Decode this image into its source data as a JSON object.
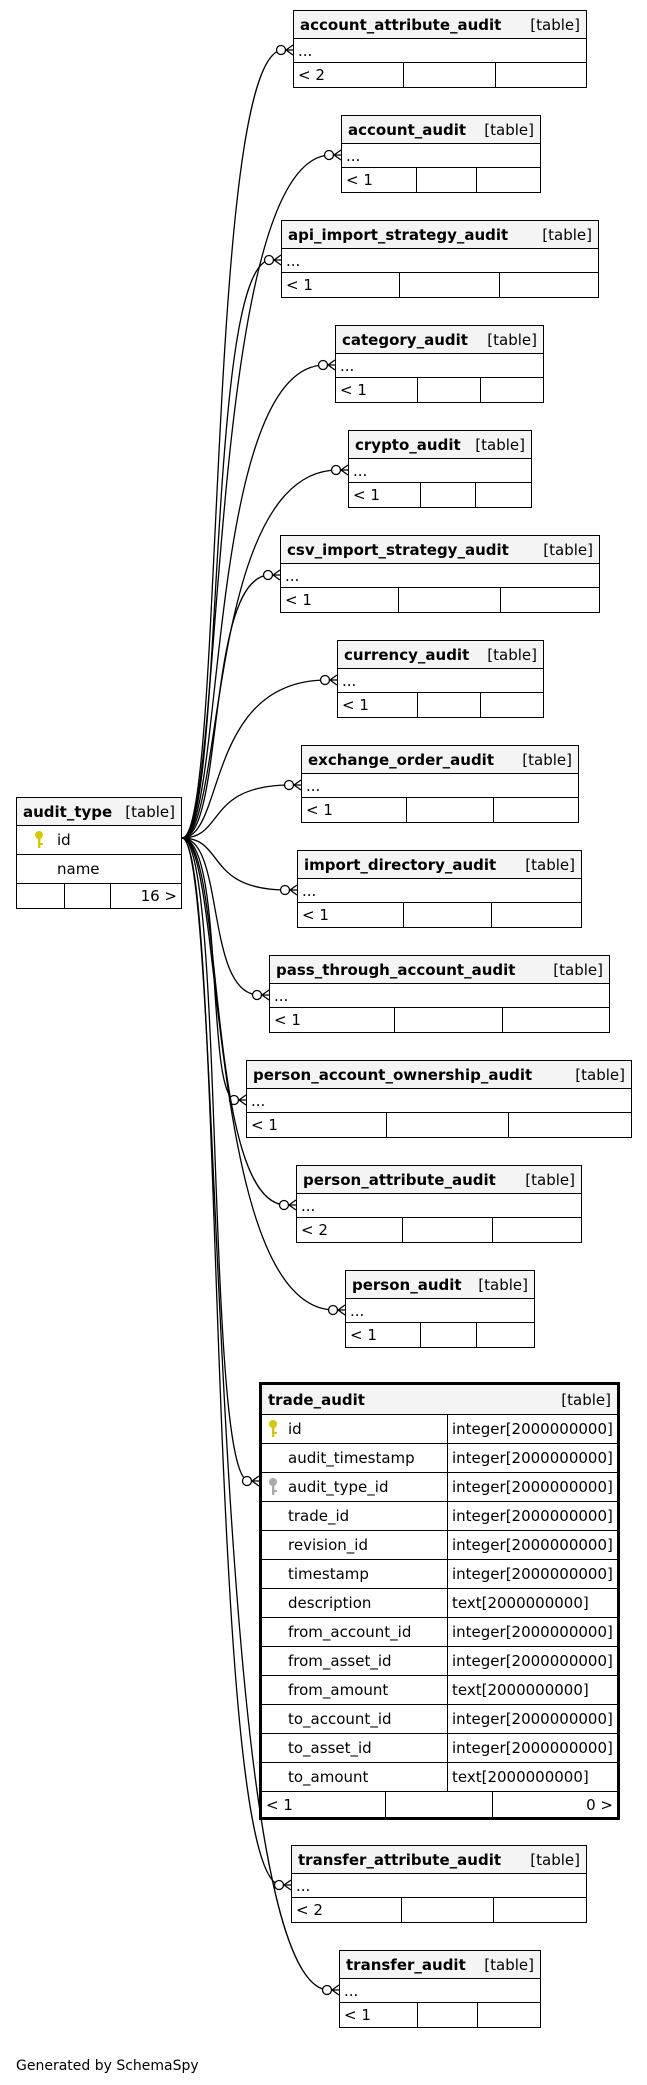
{
  "diagram": {
    "footer": "Generated by SchemaSpy",
    "central": {
      "name": "audit_type",
      "type": "[table]",
      "columns": [
        {
          "name": "id",
          "pk": true
        },
        {
          "name": "name",
          "pk": false
        }
      ],
      "footer": [
        "",
        "",
        "16 >"
      ]
    },
    "tables": [
      {
        "name": "account_attribute_audit",
        "type": "[table]",
        "cols": "...",
        "footer": [
          "< 2",
          "",
          ""
        ]
      },
      {
        "name": "account_audit",
        "type": "[table]",
        "cols": "...",
        "footer": [
          "< 1",
          "",
          ""
        ]
      },
      {
        "name": "api_import_strategy_audit",
        "type": "[table]",
        "cols": "...",
        "footer": [
          "< 1",
          "",
          ""
        ]
      },
      {
        "name": "category_audit",
        "type": "[table]",
        "cols": "...",
        "footer": [
          "< 1",
          "",
          ""
        ]
      },
      {
        "name": "crypto_audit",
        "type": "[table]",
        "cols": "...",
        "footer": [
          "< 1",
          "",
          ""
        ]
      },
      {
        "name": "csv_import_strategy_audit",
        "type": "[table]",
        "cols": "...",
        "footer": [
          "< 1",
          "",
          ""
        ]
      },
      {
        "name": "currency_audit",
        "type": "[table]",
        "cols": "...",
        "footer": [
          "< 1",
          "",
          ""
        ]
      },
      {
        "name": "exchange_order_audit",
        "type": "[table]",
        "cols": "...",
        "footer": [
          "< 1",
          "",
          ""
        ]
      },
      {
        "name": "import_directory_audit",
        "type": "[table]",
        "cols": "...",
        "footer": [
          "< 1",
          "",
          ""
        ]
      },
      {
        "name": "pass_through_account_audit",
        "type": "[table]",
        "cols": "...",
        "footer": [
          "< 1",
          "",
          ""
        ]
      },
      {
        "name": "person_account_ownership_audit",
        "type": "[table]",
        "cols": "...",
        "footer": [
          "< 1",
          "",
          ""
        ]
      },
      {
        "name": "person_attribute_audit",
        "type": "[table]",
        "cols": "...",
        "footer": [
          "< 2",
          "",
          ""
        ]
      },
      {
        "name": "person_audit",
        "type": "[table]",
        "cols": "...",
        "footer": [
          "< 1",
          "",
          ""
        ]
      },
      {
        "name": "transfer_attribute_audit",
        "type": "[table]",
        "cols": "...",
        "footer": [
          "< 2",
          "",
          ""
        ]
      },
      {
        "name": "transfer_audit",
        "type": "[table]",
        "cols": "...",
        "footer": [
          "< 1",
          "",
          ""
        ]
      }
    ],
    "trade_audit": {
      "name": "trade_audit",
      "type": "[table]",
      "columns": [
        {
          "name": "id",
          "type": "integer[2000000000]",
          "key": "pk"
        },
        {
          "name": "audit_timestamp",
          "type": "integer[2000000000]",
          "key": ""
        },
        {
          "name": "audit_type_id",
          "type": "integer[2000000000]",
          "key": "fk"
        },
        {
          "name": "trade_id",
          "type": "integer[2000000000]",
          "key": ""
        },
        {
          "name": "revision_id",
          "type": "integer[2000000000]",
          "key": ""
        },
        {
          "name": "timestamp",
          "type": "integer[2000000000]",
          "key": ""
        },
        {
          "name": "description",
          "type": "text[2000000000]",
          "key": ""
        },
        {
          "name": "from_account_id",
          "type": "integer[2000000000]",
          "key": ""
        },
        {
          "name": "from_asset_id",
          "type": "integer[2000000000]",
          "key": ""
        },
        {
          "name": "from_amount",
          "type": "text[2000000000]",
          "key": ""
        },
        {
          "name": "to_account_id",
          "type": "integer[2000000000]",
          "key": ""
        },
        {
          "name": "to_asset_id",
          "type": "integer[2000000000]",
          "key": ""
        },
        {
          "name": "to_amount",
          "type": "text[2000000000]",
          "key": ""
        }
      ],
      "footer": [
        "< 1",
        "",
        "0 >"
      ]
    },
    "colors": {
      "pk_key": "#d8c800",
      "fk_key": "#aaaaaa",
      "header_bg": "#f4f4f4"
    }
  }
}
